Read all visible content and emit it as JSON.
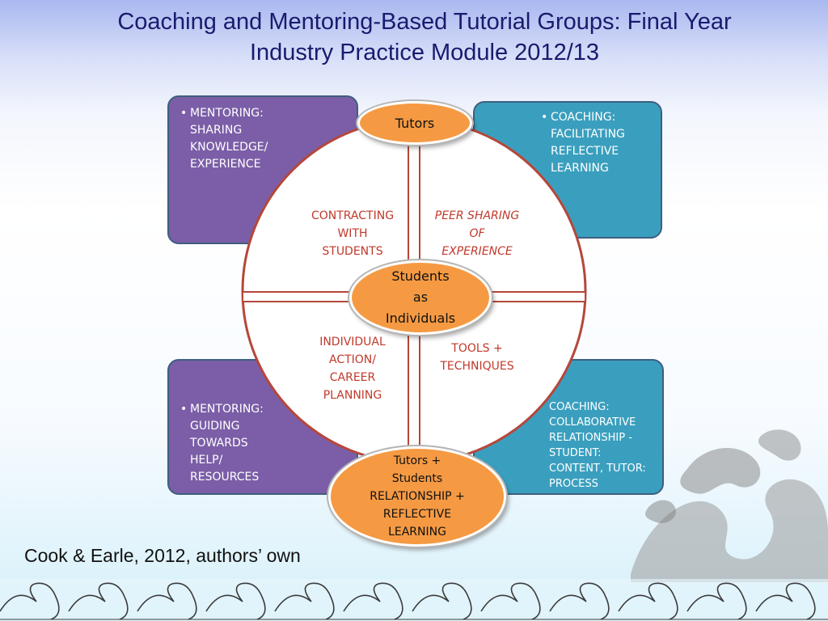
{
  "title": {
    "line1": "Coaching and Mentoring-Based Tutorial Groups: Final Year",
    "line2": "Industry Practice Module 2012/13"
  },
  "corners": {
    "top_left": {
      "bullet": "•",
      "lines": [
        "MENTORING:",
        "SHARING",
        "KNOWLEDGE/",
        "EXPERIENCE"
      ]
    },
    "top_right": {
      "bullet": "•",
      "lines": [
        "COACHING:",
        "FACILITATING",
        "REFLECTIVE",
        "LEARNING"
      ]
    },
    "bottom_left": {
      "bullet": "•",
      "lines": [
        "MENTORING:",
        "GUIDING",
        "TOWARDS",
        "HELP/",
        "RESOURCES"
      ]
    },
    "bottom_right": {
      "lines": [
        "COACHING:",
        "COLLABORATIVE",
        "RELATIONSHIP  -",
        "STUDENT:",
        "CONTENT, TUTOR:",
        "PROCESS"
      ]
    }
  },
  "quadrants": {
    "top_left": [
      "CONTRACTING",
      "WITH",
      "STUDENTS"
    ],
    "top_right": [
      "PEER SHARING",
      "OF",
      "EXPERIENCE"
    ],
    "bottom_left": [
      "INDIVIDUAL",
      "ACTION/",
      "CAREER",
      "PLANNING"
    ],
    "bottom_right": [
      "TOOLS +",
      "TECHNIQUES"
    ]
  },
  "ovals": {
    "top": [
      "Tutors"
    ],
    "center": [
      "Students",
      "as",
      "Individuals"
    ],
    "bottom": [
      "Tutors +",
      "Students",
      "RELATIONSHIP +",
      "REFLECTIVE",
      "LEARNING"
    ]
  },
  "citation": "Cook & Earle, 2012, authors’ own",
  "colors": {
    "title": "#1a1a6e",
    "purple_box": "#7b5ea7",
    "teal_box": "#3a9fbe",
    "oval_fill": "#f59a43",
    "quadrant_text": "#c0392b",
    "circle_outline": "#b5473a"
  }
}
